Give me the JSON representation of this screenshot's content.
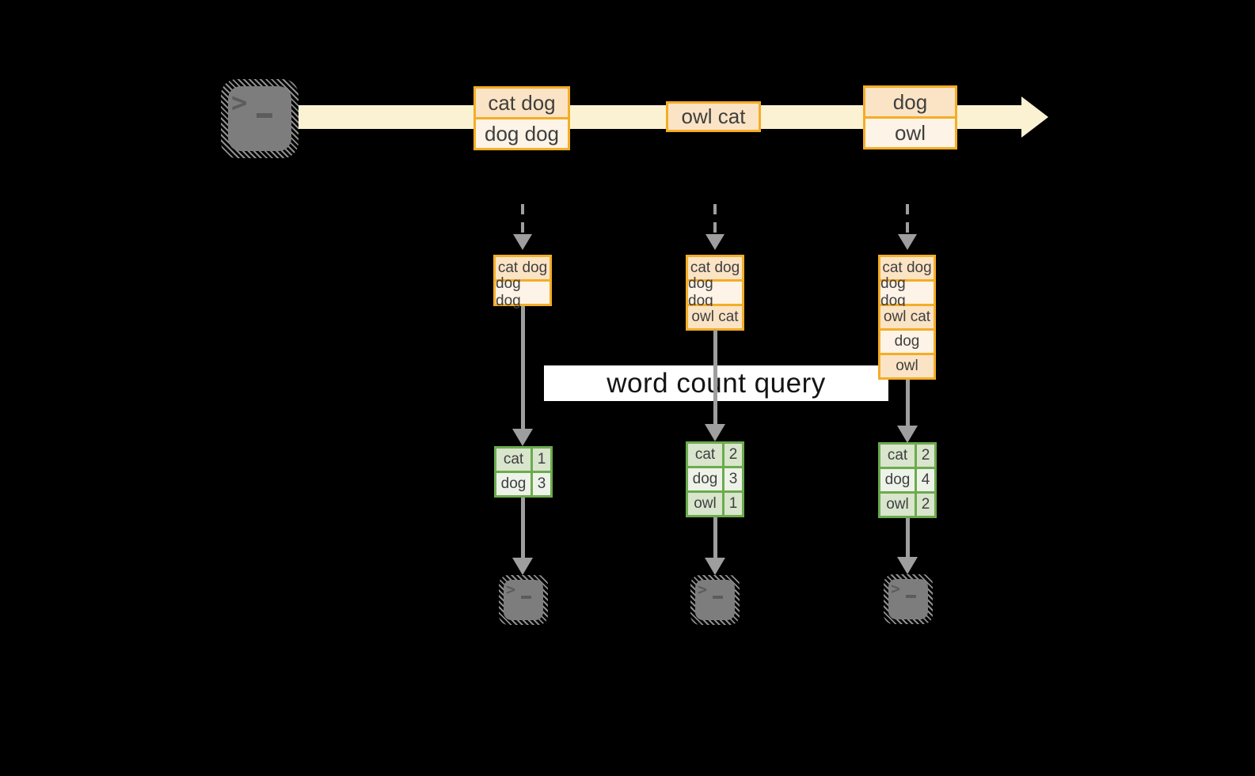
{
  "query_label": "word count query",
  "stream": {
    "batches": [
      {
        "rows": [
          "cat dog",
          "dog dog"
        ]
      },
      {
        "rows": [
          "owl cat"
        ]
      },
      {
        "rows": [
          "dog",
          "owl"
        ]
      }
    ]
  },
  "microbatches": [
    {
      "input_rows": [
        "cat dog",
        "dog dog"
      ],
      "result_rows": [
        {
          "word": "cat",
          "count": 1
        },
        {
          "word": "dog",
          "count": 3
        }
      ]
    },
    {
      "input_rows": [
        "cat dog",
        "dog dog",
        "owl cat"
      ],
      "result_rows": [
        {
          "word": "cat",
          "count": 2
        },
        {
          "word": "dog",
          "count": 3
        },
        {
          "word": "owl",
          "count": 1
        }
      ]
    },
    {
      "input_rows": [
        "cat dog",
        "dog dog",
        "owl cat",
        "dog",
        "owl"
      ],
      "result_rows": [
        {
          "word": "cat",
          "count": 2
        },
        {
          "word": "dog",
          "count": 4
        },
        {
          "word": "owl",
          "count": 2
        }
      ]
    }
  ],
  "icons": {
    "source": "terminal-icon",
    "sink": "terminal-icon"
  },
  "colors": {
    "amber": "#F4AD27",
    "peach": "#FBE4C5",
    "cream": "#FDF3E6",
    "band": "#FBF2D3",
    "green": "#6CAB4E",
    "greenlight": "#D9E5CC",
    "greenlighter": "#EEF3E9",
    "gray": "#9E9E9E",
    "terminal": "#7D7D7D",
    "glyph": "#5C5C5C",
    "text": "#3F3F3F",
    "bannerbg": "#FFFFFF",
    "bannertext": "#141414",
    "bg": "#000000"
  }
}
